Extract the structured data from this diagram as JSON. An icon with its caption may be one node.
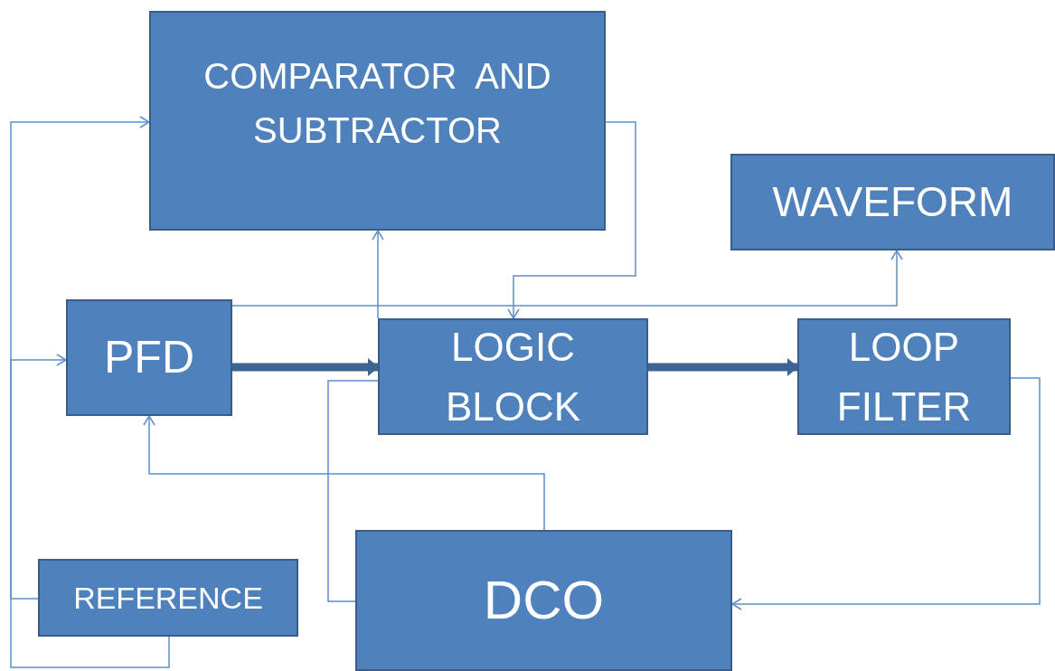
{
  "diagram": {
    "nodes": [
      {
        "text": [
          "COMPARATOR  AND SUBTRACTOR"
        ]
      },
      {
        "text": [
          "WAVEFORM"
        ]
      },
      {
        "text": [
          "PFD"
        ]
      },
      {
        "text": [
          "LOGIC BLOCK"
        ]
      },
      {
        "text": [
          "LOOP FILTER"
        ]
      },
      {
        "text": [
          "REFERENCE"
        ]
      },
      {
        "text": [
          "DCO"
        ]
      }
    ],
    "edges": [
      {
        "from": 5,
        "to": 0,
        "arrow": "to"
      },
      {
        "from": 5,
        "to": 2,
        "arrow": "to"
      },
      {
        "from": 2,
        "to": 3,
        "arrow": "to",
        "style": "thick",
        "color": "#3d6594"
      },
      {
        "from": 2,
        "to": 1,
        "arrow": "to"
      },
      {
        "from": 3,
        "to": 0,
        "arrow": "to"
      },
      {
        "from": 0,
        "to": 3,
        "arrow": "to"
      },
      {
        "from": 3,
        "to": 4,
        "arrow": "to",
        "style": "thick",
        "color": "#3d6594"
      },
      {
        "from": 4,
        "to": 6,
        "arrow": "to"
      },
      {
        "from": 6,
        "to": 2,
        "arrow": "to"
      },
      {
        "from": 6,
        "to": 3,
        "arrow": "none"
      }
    ]
  }
}
